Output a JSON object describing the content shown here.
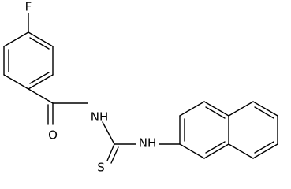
{
  "molecule": {
    "atom_labels": {
      "fluorine": "F",
      "oxygen": "O",
      "amide_nh": "NH",
      "thioamide_nh": "NH",
      "sulfur": "S"
    },
    "colors": {
      "bond": "#000000",
      "label": "#000000",
      "background": "#ffffff"
    }
  }
}
